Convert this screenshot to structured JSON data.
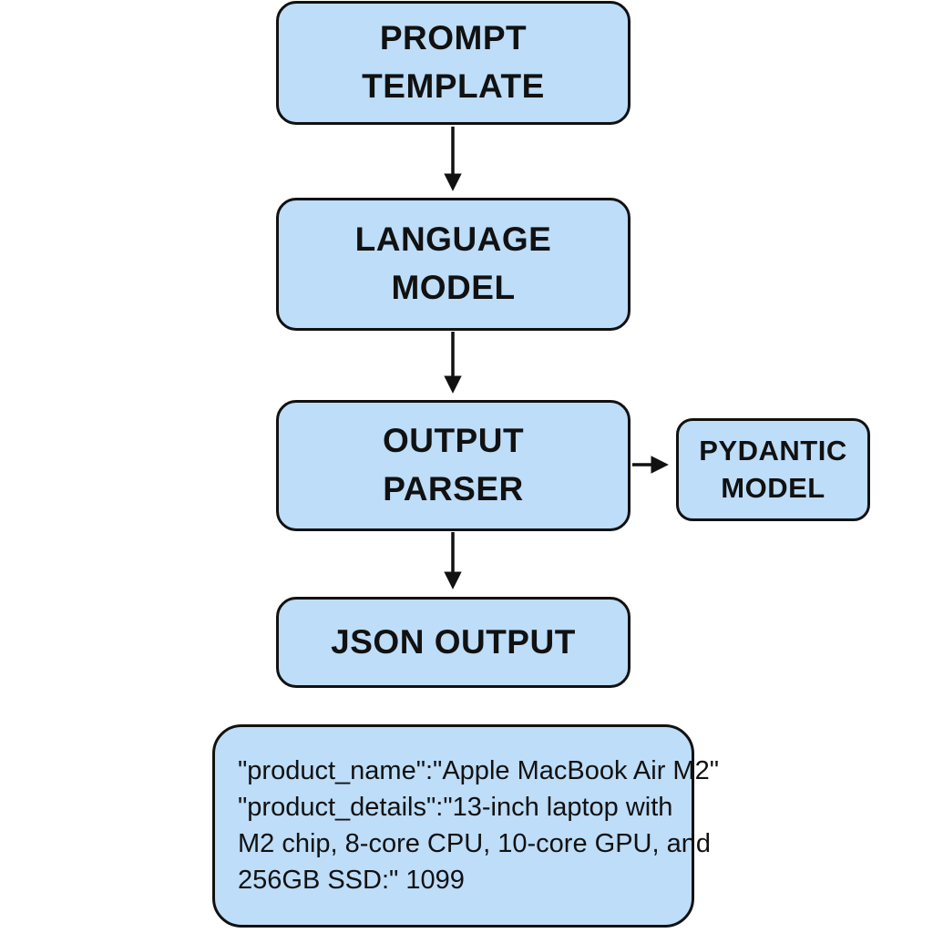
{
  "diagram": {
    "type": "flowchart",
    "colors": {
      "background": "#ffffff",
      "node_fill": "#bdddf8",
      "node_border": "#111111",
      "text": "#111111",
      "arrow": "#111111"
    },
    "nodes": {
      "prompt_template": {
        "lines": [
          "PROMPT",
          "TEMPLATE"
        ]
      },
      "language_model": {
        "lines": [
          "LANGUAGE",
          "MODEL"
        ]
      },
      "output_parser": {
        "lines": [
          "OUTPUT",
          "PARSER"
        ]
      },
      "pydantic_model": {
        "lines": [
          "PYDANTIC",
          "MODEL"
        ]
      },
      "json_output": {
        "lines": [
          "JSON OUTPUT"
        ]
      }
    },
    "edges": [
      {
        "from": "prompt_template",
        "to": "language_model",
        "direction": "down"
      },
      {
        "from": "language_model",
        "to": "output_parser",
        "direction": "down"
      },
      {
        "from": "output_parser",
        "to": "pydantic_model",
        "direction": "right"
      },
      {
        "from": "output_parser",
        "to": "json_output",
        "direction": "down"
      }
    ],
    "json_example": {
      "lines": [
        "\"product_name\":\"Apple MacBook Air M2\"",
        "\"product_details\":\"13-inch laptop with",
        "M2 chip, 8-core CPU, 10-core GPU, and",
        "256GB SSD:\" 1099"
      ]
    }
  }
}
